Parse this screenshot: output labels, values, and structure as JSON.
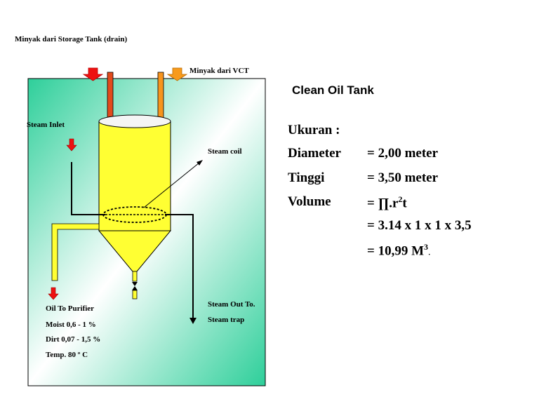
{
  "labels": {
    "storage_drain": "Minyak dari Storage Tank (drain)",
    "vct": "Minyak dari VCT",
    "steam_inlet": "Steam Inlet",
    "steam_coil": "Steam  coil",
    "oil_to_purifier": "Oil  To  Purifier",
    "moist": "Moist  0,6 - 1 %",
    "dirt": "Dirt  0,07 - 1,5 %",
    "temp": "Temp.  80 º C",
    "steam_out": "Steam Out To.",
    "steam_trap": "Steam trap"
  },
  "spec": {
    "title": "Clean Oil Tank",
    "ukuran": "Ukuran :",
    "rows": [
      {
        "label": "Diameter",
        "value": "= 2,00 meter"
      },
      {
        "label": "Tinggi",
        "value": "= 3,50 meter"
      },
      {
        "label": "Volume",
        "value_prefix": "= ∏.r",
        "value_sup": "2",
        "value_suffix": "t"
      }
    ],
    "calc1": "= 3.14 x 1 x 1 x 3,5",
    "calc2_main": "= 10,99 M",
    "calc2_sup": "3",
    "calc2_end": "."
  },
  "colors": {
    "tank_yellow": "#ffff33",
    "panel_green": "#2ecf9a",
    "arrow_red": "#ee1111",
    "arrow_orange": "#f79a1c",
    "pipe_red": "#e24a1c",
    "pipe_orange": "#f7941d"
  }
}
